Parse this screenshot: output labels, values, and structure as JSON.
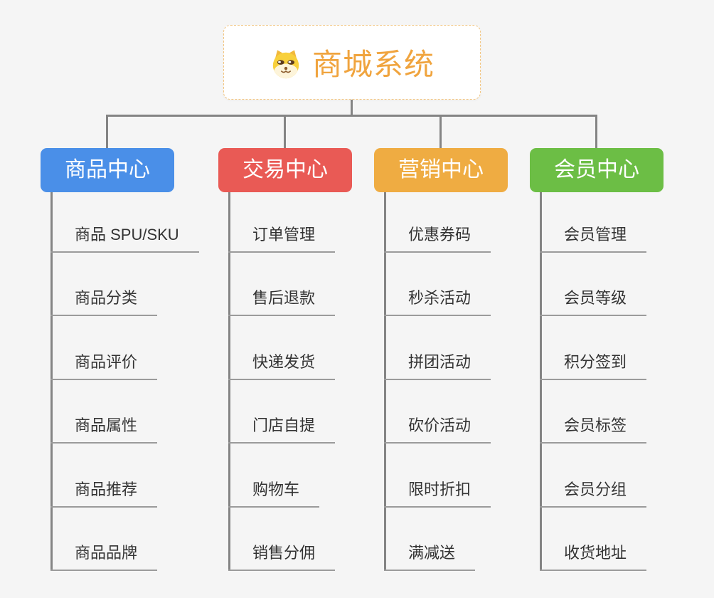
{
  "page": {
    "background": "#f5f5f5",
    "connector_color": "#848484",
    "underline_color": "#9b9b9b"
  },
  "root": {
    "title": "商城系统",
    "icon": "dog-face-icon",
    "text_color": "#f0a43e",
    "border_color": "#f2c581"
  },
  "branches": [
    {
      "label": "商品中心",
      "color": "#4a8fe8",
      "children": [
        "商品 SPU/SKU",
        "商品分类",
        "商品评价",
        "商品属性",
        "商品推荐",
        "商品品牌"
      ]
    },
    {
      "label": "交易中心",
      "color": "#e95a55",
      "children": [
        "订单管理",
        "售后退款",
        "快递发货",
        "门店自提",
        "购物车",
        "销售分佣"
      ]
    },
    {
      "label": "营销中心",
      "color": "#efac42",
      "children": [
        "优惠券码",
        "秒杀活动",
        "拼团活动",
        "砍价活动",
        "限时折扣",
        "满减送"
      ]
    },
    {
      "label": "会员中心",
      "color": "#6cbe45",
      "children": [
        "会员管理",
        "会员等级",
        "积分签到",
        "会员标签",
        "会员分组",
        "收货地址"
      ]
    }
  ]
}
